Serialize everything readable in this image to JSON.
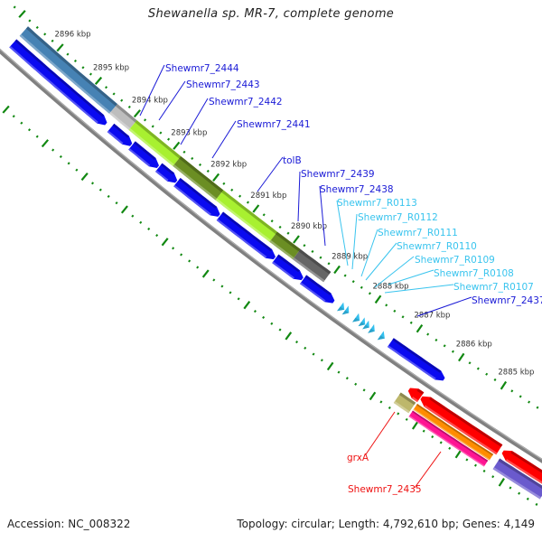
{
  "title": "Shewanella sp. MR-7, complete genome",
  "footer": {
    "accession": "Accession: NC_008322",
    "summary": "Topology: circular; Length: 4,792,610 bp; Genes: 4,149"
  },
  "colors": {
    "backbone": "#808080",
    "tick": "#118811",
    "kbp_label": "#333333",
    "label_blue": "#1a1ad6",
    "label_cyan": "#39c4ee",
    "label_red": "#ee1111"
  },
  "scale": {
    "unit": "kbp",
    "major_ticks": [
      2896,
      2895,
      2894,
      2893,
      2892,
      2891,
      2890,
      2889,
      2888,
      2887,
      2886,
      2885
    ],
    "minor_step_kbp": 0.2
  },
  "features": [
    {
      "track": "outer",
      "start": 2896.75,
      "end": 2894.42,
      "color": "#4682b4",
      "shape": "box"
    },
    {
      "track": "outer",
      "start": 2894.42,
      "end": 2893.92,
      "color": "#bdbdbd",
      "shape": "box"
    },
    {
      "track": "outer",
      "start": 2893.92,
      "end": 2892.8,
      "color": "#a8f030",
      "shape": "box"
    },
    {
      "track": "outer",
      "start": 2892.8,
      "end": 2891.73,
      "color": "#6b8e23",
      "shape": "box"
    },
    {
      "track": "outer",
      "start": 2891.73,
      "end": 2890.39,
      "color": "#a8f030",
      "shape": "box"
    },
    {
      "track": "outer",
      "start": 2890.39,
      "end": 2889.82,
      "color": "#6b8e23",
      "shape": "box"
    },
    {
      "track": "outer",
      "start": 2889.82,
      "end": 2889.07,
      "color": "#666666",
      "shape": "box"
    },
    {
      "track": "inner",
      "start": 2896.75,
      "end": 2894.34,
      "color": "#0a0af0",
      "shape": "arrow-fwd"
    },
    {
      "track": "inner",
      "start": 2894.22,
      "end": 2893.7,
      "color": "#0a0af0",
      "shape": "arrow-fwd"
    },
    {
      "track": "inner",
      "start": 2893.68,
      "end": 2893.02,
      "color": "#0a0af0",
      "shape": "arrow-fwd"
    },
    {
      "track": "inner",
      "start": 2893.0,
      "end": 2892.56,
      "color": "#0a0af0",
      "shape": "arrow-fwd"
    },
    {
      "track": "inner",
      "start": 2892.54,
      "end": 2891.49,
      "color": "#0a0af0",
      "shape": "arrow-fwd"
    },
    {
      "track": "inner",
      "start": 2891.47,
      "end": 2890.12,
      "color": "#0a0af0",
      "shape": "arrow-fwd"
    },
    {
      "track": "inner",
      "start": 2890.1,
      "end": 2889.44,
      "color": "#0a0af0",
      "shape": "arrow-fwd"
    },
    {
      "track": "inner",
      "start": 2889.42,
      "end": 2888.68,
      "color": "#0a0af0",
      "shape": "arrow-fwd"
    },
    {
      "track": "inner",
      "start": 2888.52,
      "end": 2888.42,
      "color": "#33bfee",
      "shape": "trna"
    },
    {
      "track": "inner",
      "start": 2888.4,
      "end": 2888.31,
      "color": "#33bfee",
      "shape": "trna"
    },
    {
      "track": "inner",
      "start": 2888.15,
      "end": 2888.05,
      "color": "#33bfee",
      "shape": "trna"
    },
    {
      "track": "inner",
      "start": 2888.01,
      "end": 2887.92,
      "color": "#33bfee",
      "shape": "trna"
    },
    {
      "track": "inner",
      "start": 2887.91,
      "end": 2887.82,
      "color": "#33bfee",
      "shape": "trna"
    },
    {
      "track": "inner",
      "start": 2887.78,
      "end": 2887.69,
      "color": "#33bfee",
      "shape": "trna"
    },
    {
      "track": "inner",
      "start": 2887.55,
      "end": 2887.45,
      "color": "#33bfee",
      "shape": "trna"
    },
    {
      "track": "inner",
      "start": 2887.31,
      "end": 2886.04,
      "color": "#0a0af0",
      "shape": "arrow-fwd"
    },
    {
      "track": "rev1",
      "start": 2886.49,
      "end": 2886.22,
      "color": "#ff0000",
      "shape": "arrow-rev"
    },
    {
      "track": "rev1",
      "start": 2886.2,
      "end": 2884.38,
      "color": "#ff0000",
      "shape": "arrow-rev"
    },
    {
      "track": "rev1",
      "start": 2884.3,
      "end": 2883.2,
      "color": "#ff0000",
      "shape": "arrow-rev"
    },
    {
      "track": "rev2",
      "start": 2886.59,
      "end": 2886.24,
      "color": "#bdb76b",
      "shape": "box"
    },
    {
      "track": "rev2a",
      "start": 2886.2,
      "end": 2884.43,
      "color": "#ff8c00",
      "shape": "box"
    },
    {
      "track": "rev2b",
      "start": 2886.2,
      "end": 2884.45,
      "color": "#ff1493",
      "shape": "box"
    },
    {
      "track": "rev2",
      "start": 2884.28,
      "end": 2883.2,
      "color": "#6a5acd",
      "shape": "box"
    }
  ],
  "labels": [
    {
      "text": "Shewmr7_2444",
      "color": "#1a1ad6"
    },
    {
      "text": "Shewmr7_2443",
      "color": "#1a1ad6"
    },
    {
      "text": "Shewmr7_2442",
      "color": "#1a1ad6"
    },
    {
      "text": "Shewmr7_2441",
      "color": "#1a1ad6"
    },
    {
      "text": "tolB",
      "color": "#1a1ad6"
    },
    {
      "text": "Shewmr7_2439",
      "color": "#1a1ad6"
    },
    {
      "text": "Shewmr7_2438",
      "color": "#1a1ad6"
    },
    {
      "text": "Shewmr7_R0113",
      "color": "#39c4ee"
    },
    {
      "text": "Shewmr7_R0112",
      "color": "#39c4ee"
    },
    {
      "text": "Shewmr7_R0111",
      "color": "#39c4ee"
    },
    {
      "text": "Shewmr7_R0110",
      "color": "#39c4ee"
    },
    {
      "text": "Shewmr7_R0109",
      "color": "#39c4ee"
    },
    {
      "text": "Shewmr7_R0108",
      "color": "#39c4ee"
    },
    {
      "text": "Shewmr7_R0107",
      "color": "#39c4ee"
    },
    {
      "text": "Shewmr7_2437",
      "color": "#1a1ad6"
    },
    {
      "text": "grxA",
      "color": "#ee1111"
    },
    {
      "text": "Shewmr7_2435",
      "color": "#ee1111"
    }
  ]
}
